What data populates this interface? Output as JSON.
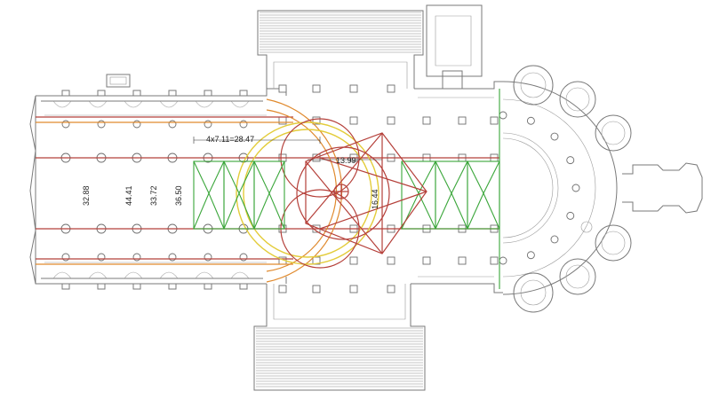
{
  "labels": {
    "top_span": "4x7.11=28.47",
    "crossing_width": "13.99",
    "crossing_height": "16.44",
    "nave_dims": [
      "32.88",
      "44.41",
      "33.72",
      "36.50"
    ]
  },
  "colors": {
    "red": "#b5403a",
    "orange": "#e08a2e",
    "yellow": "#e3cc3a",
    "green": "#3aa63a"
  }
}
